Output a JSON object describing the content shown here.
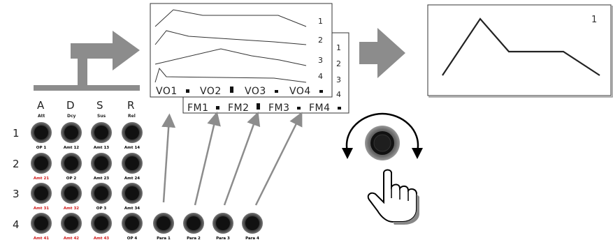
{
  "adsr_columns": [
    {
      "letter": "A",
      "sub": "Att"
    },
    {
      "letter": "D",
      "sub": "Dcy"
    },
    {
      "letter": "S",
      "sub": "Sus"
    },
    {
      "letter": "R",
      "sub": "Rel"
    }
  ],
  "rows": [
    "1",
    "2",
    "3",
    "4"
  ],
  "knob_labels": [
    [
      {
        "text": "OP 1",
        "color": "#000000"
      },
      {
        "text": "Amt 12",
        "color": "#000000"
      },
      {
        "text": "Amt 13",
        "color": "#000000"
      },
      {
        "text": "Amt 14",
        "color": "#000000"
      }
    ],
    [
      {
        "text": "Amt 21",
        "color": "#d01818"
      },
      {
        "text": "OP 2",
        "color": "#000000"
      },
      {
        "text": "Amt 23",
        "color": "#000000"
      },
      {
        "text": "Amt 24",
        "color": "#000000"
      }
    ],
    [
      {
        "text": "Amt 31",
        "color": "#d01818"
      },
      {
        "text": "Amt 32",
        "color": "#d01818"
      },
      {
        "text": "OP 3",
        "color": "#000000"
      },
      {
        "text": "Amt 34",
        "color": "#000000"
      }
    ],
    [
      {
        "text": "Amt 41",
        "color": "#d01818"
      },
      {
        "text": "Amt 42",
        "color": "#d01818"
      },
      {
        "text": "Amt 43",
        "color": "#d01818"
      },
      {
        "text": "OP 4",
        "color": "#000000"
      }
    ]
  ],
  "para_knobs": [
    "Para 1",
    "Para 2",
    "Para 3",
    "Para 4"
  ],
  "lcd_main": {
    "envelope_numbers": [
      "1",
      "2",
      "3",
      "4"
    ],
    "labels": [
      "VO1",
      "VO2",
      "VO3",
      "VO4"
    ]
  },
  "lcd_back": {
    "numbers": [
      "1",
      "2",
      "3",
      "4"
    ],
    "labels": [
      "FM1",
      "FM2",
      "FM3",
      "FM4"
    ]
  },
  "envelope_display": {
    "number": "1"
  },
  "colors": {
    "arrow": "#8c8c8c",
    "red_label": "#d01818",
    "knob_dark": "#111111"
  },
  "icons": {
    "rotary": "rotary-knob-icon",
    "hand": "hand-pointer-icon"
  }
}
